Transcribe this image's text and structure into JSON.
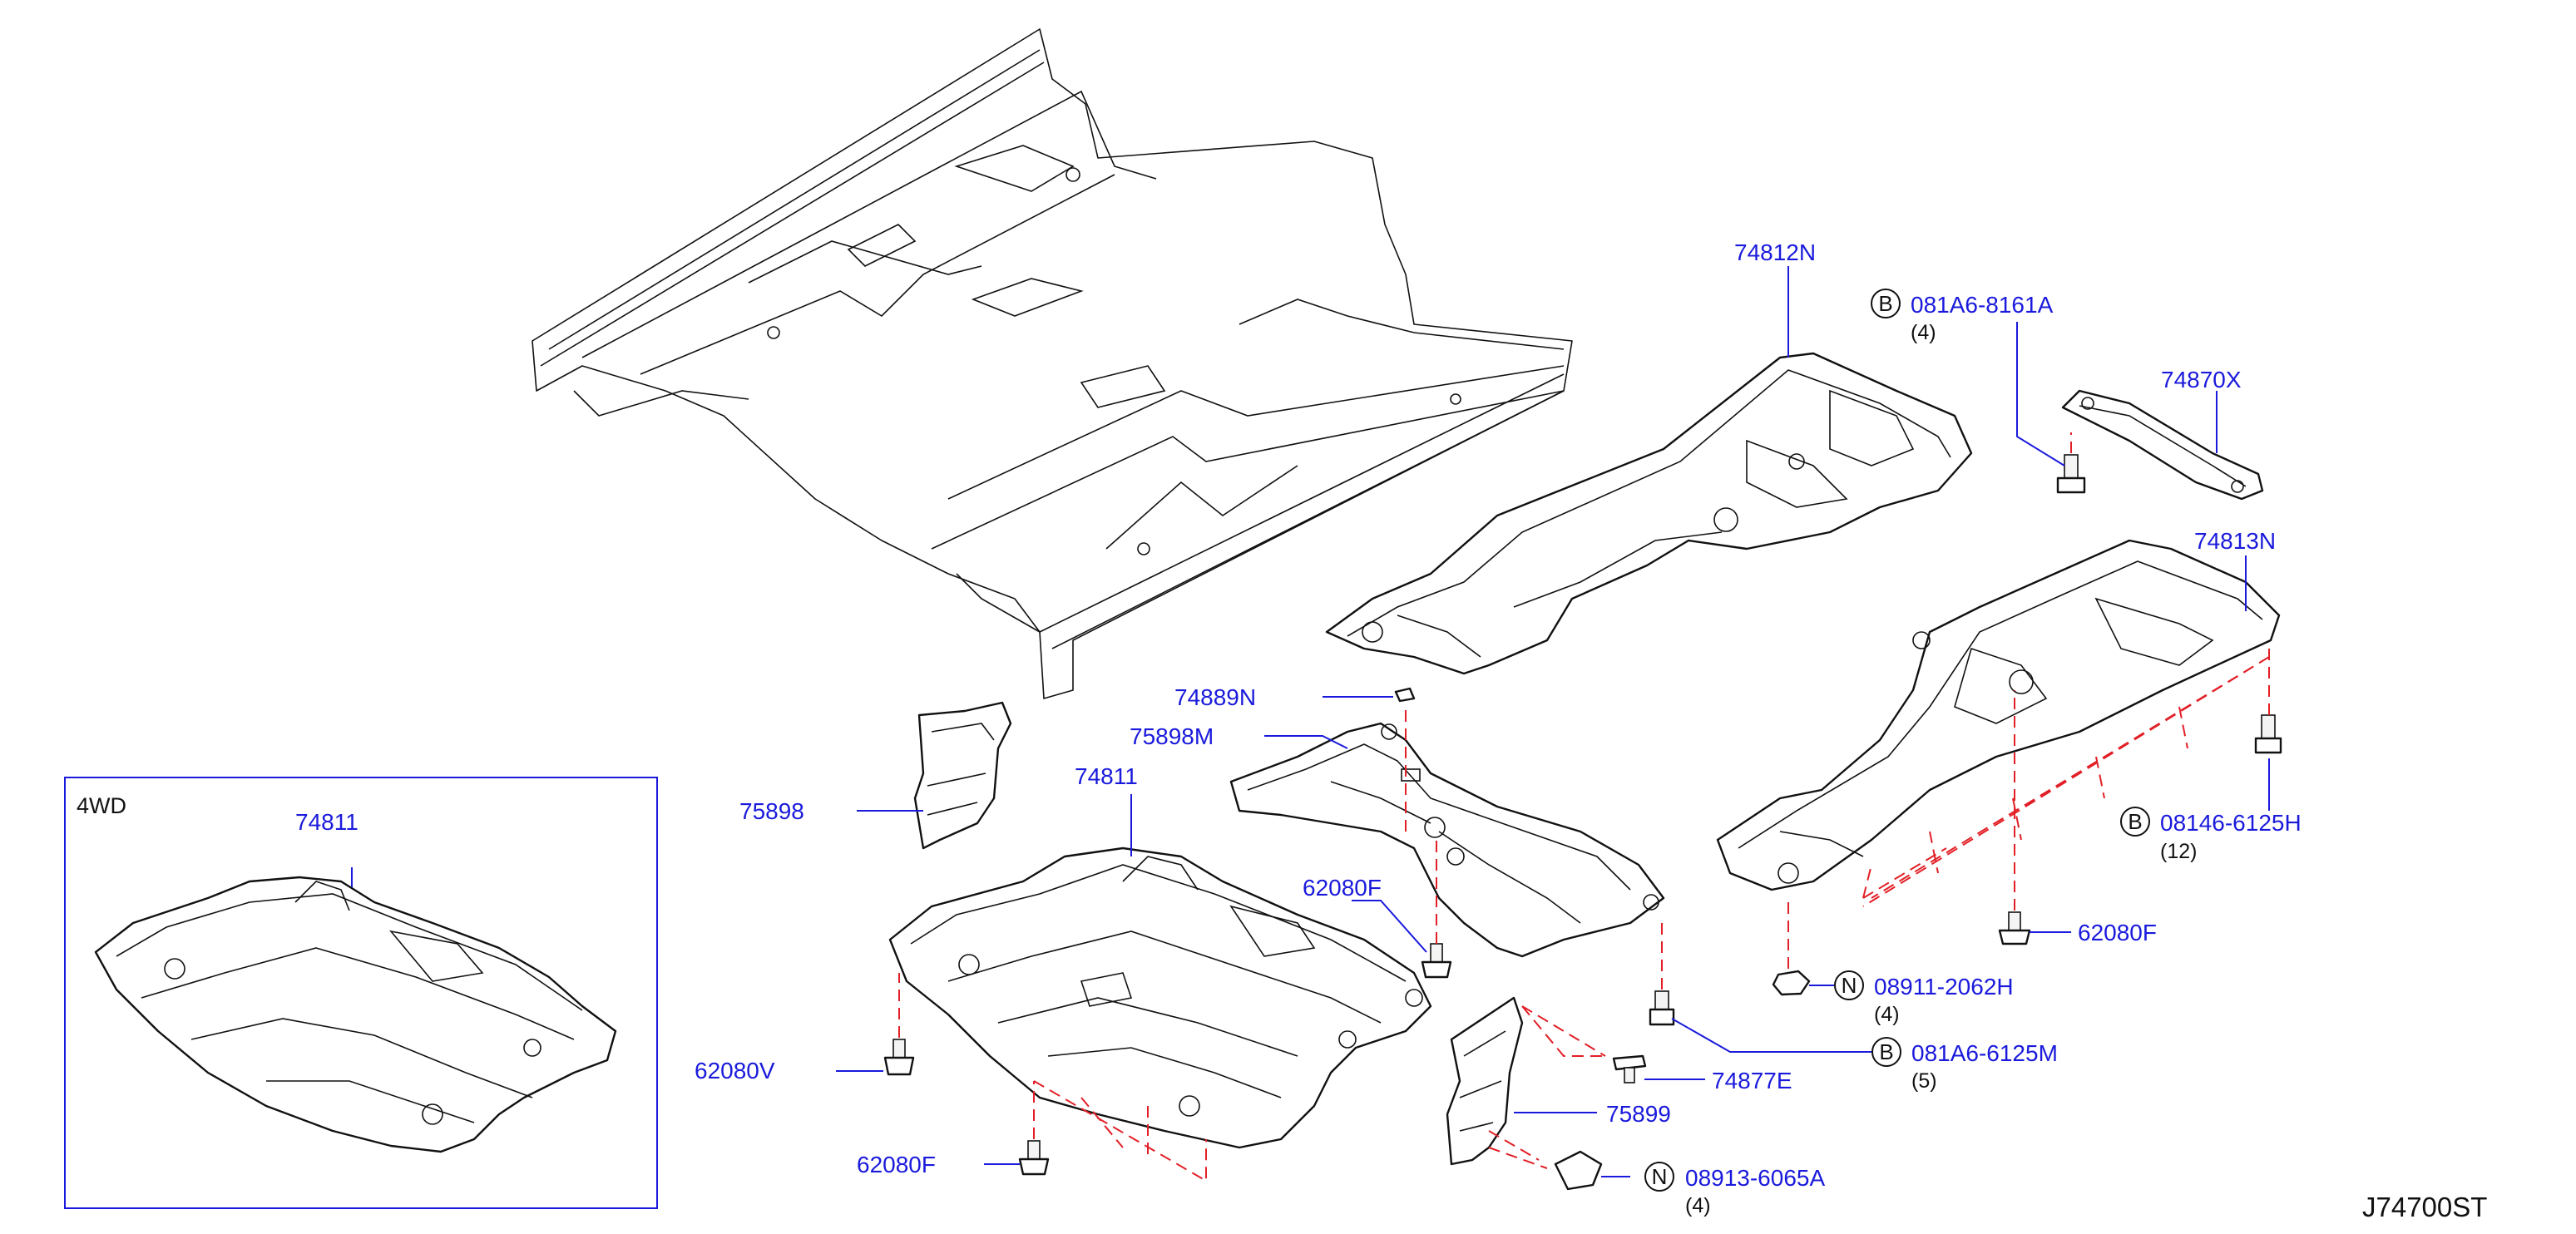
{
  "diagram_code": "J74700ST",
  "inset_title": "4WD",
  "labels": {
    "p74812N": "74812N",
    "p081A6_8161A": "081A6-8161A",
    "q081A6_8161A": "(4)",
    "p74870X": "74870X",
    "p74813N": "74813N",
    "p74889N": "74889N",
    "p75898M": "75898M",
    "p75898": "75898",
    "p74811": "74811",
    "p74811_4wd": "74811",
    "p62080F_a": "62080F",
    "p08146_6125H": "08146-6125H",
    "q08146_6125H": "(12)",
    "p62080F_b": "62080F",
    "p08911_2062H": "08911-2062H",
    "q08911_2062H": "(4)",
    "p081A6_6125M": "081A6-6125M",
    "q081A6_6125M": "(5)",
    "p62080V": "62080V",
    "p74877E": "74877E",
    "p75899": "75899",
    "p62080F_c": "62080F",
    "p08913_6065A": "08913-6065A",
    "q08913_6065A": "(4)"
  },
  "markers": {
    "b1": "B",
    "b2": "B",
    "b3": "B",
    "n1": "N",
    "n2": "N"
  },
  "colors": {
    "label_blue": "#1a1adc",
    "dash_red": "#e21f26",
    "line_black": "#111111"
  }
}
